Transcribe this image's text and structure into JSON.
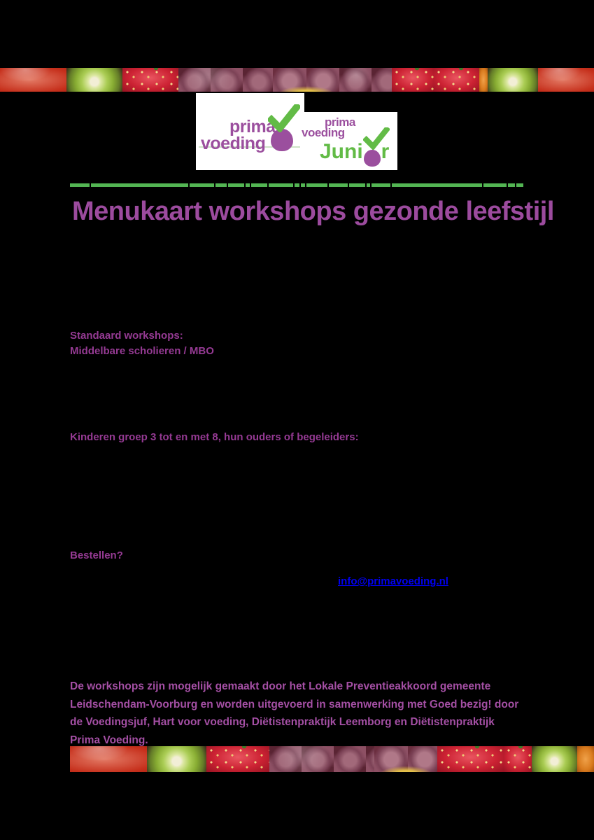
{
  "document": {
    "title": "Menukaart workshops gezonde leefstijl"
  },
  "logos": {
    "main": {
      "line1": "prima",
      "line2": "voeding"
    },
    "junior": {
      "line1": "prima",
      "line2": "voeding",
      "word_prefix": "Juni",
      "word_suffix": "r"
    }
  },
  "sections": {
    "standard_heading": "Standaard workshops:",
    "audience_secondary": "Middelbare scholieren / MBO",
    "audience_children": "Kinderen groep 3 tot en met 8, hun ouders of begeleiders:",
    "order_heading": "Bestellen?",
    "email_link": "info@primavoeding.nl"
  },
  "footer": {
    "credits": "De workshops zijn mogelijk gemaakt door het Lokale Preventieakkoord gemeente Leidschendam-Voorburg en worden uitgevoerd in samenwerking met Goed bezig! door de Voedingsjuf, Hart voor voeding, Diëtistenpraktijk Leemborg en Diëtistenpraktijk Prima Voeding."
  },
  "colors": {
    "page_background": "#000000",
    "title_purple": "#9c4b9e",
    "heading_purple": "#953a93",
    "footer_purple": "#a44fa4",
    "link_blue": "#0000f0",
    "logo_purple": "#9b4f9e",
    "logo_green": "#62bb46",
    "divider_green": "#53b553"
  }
}
